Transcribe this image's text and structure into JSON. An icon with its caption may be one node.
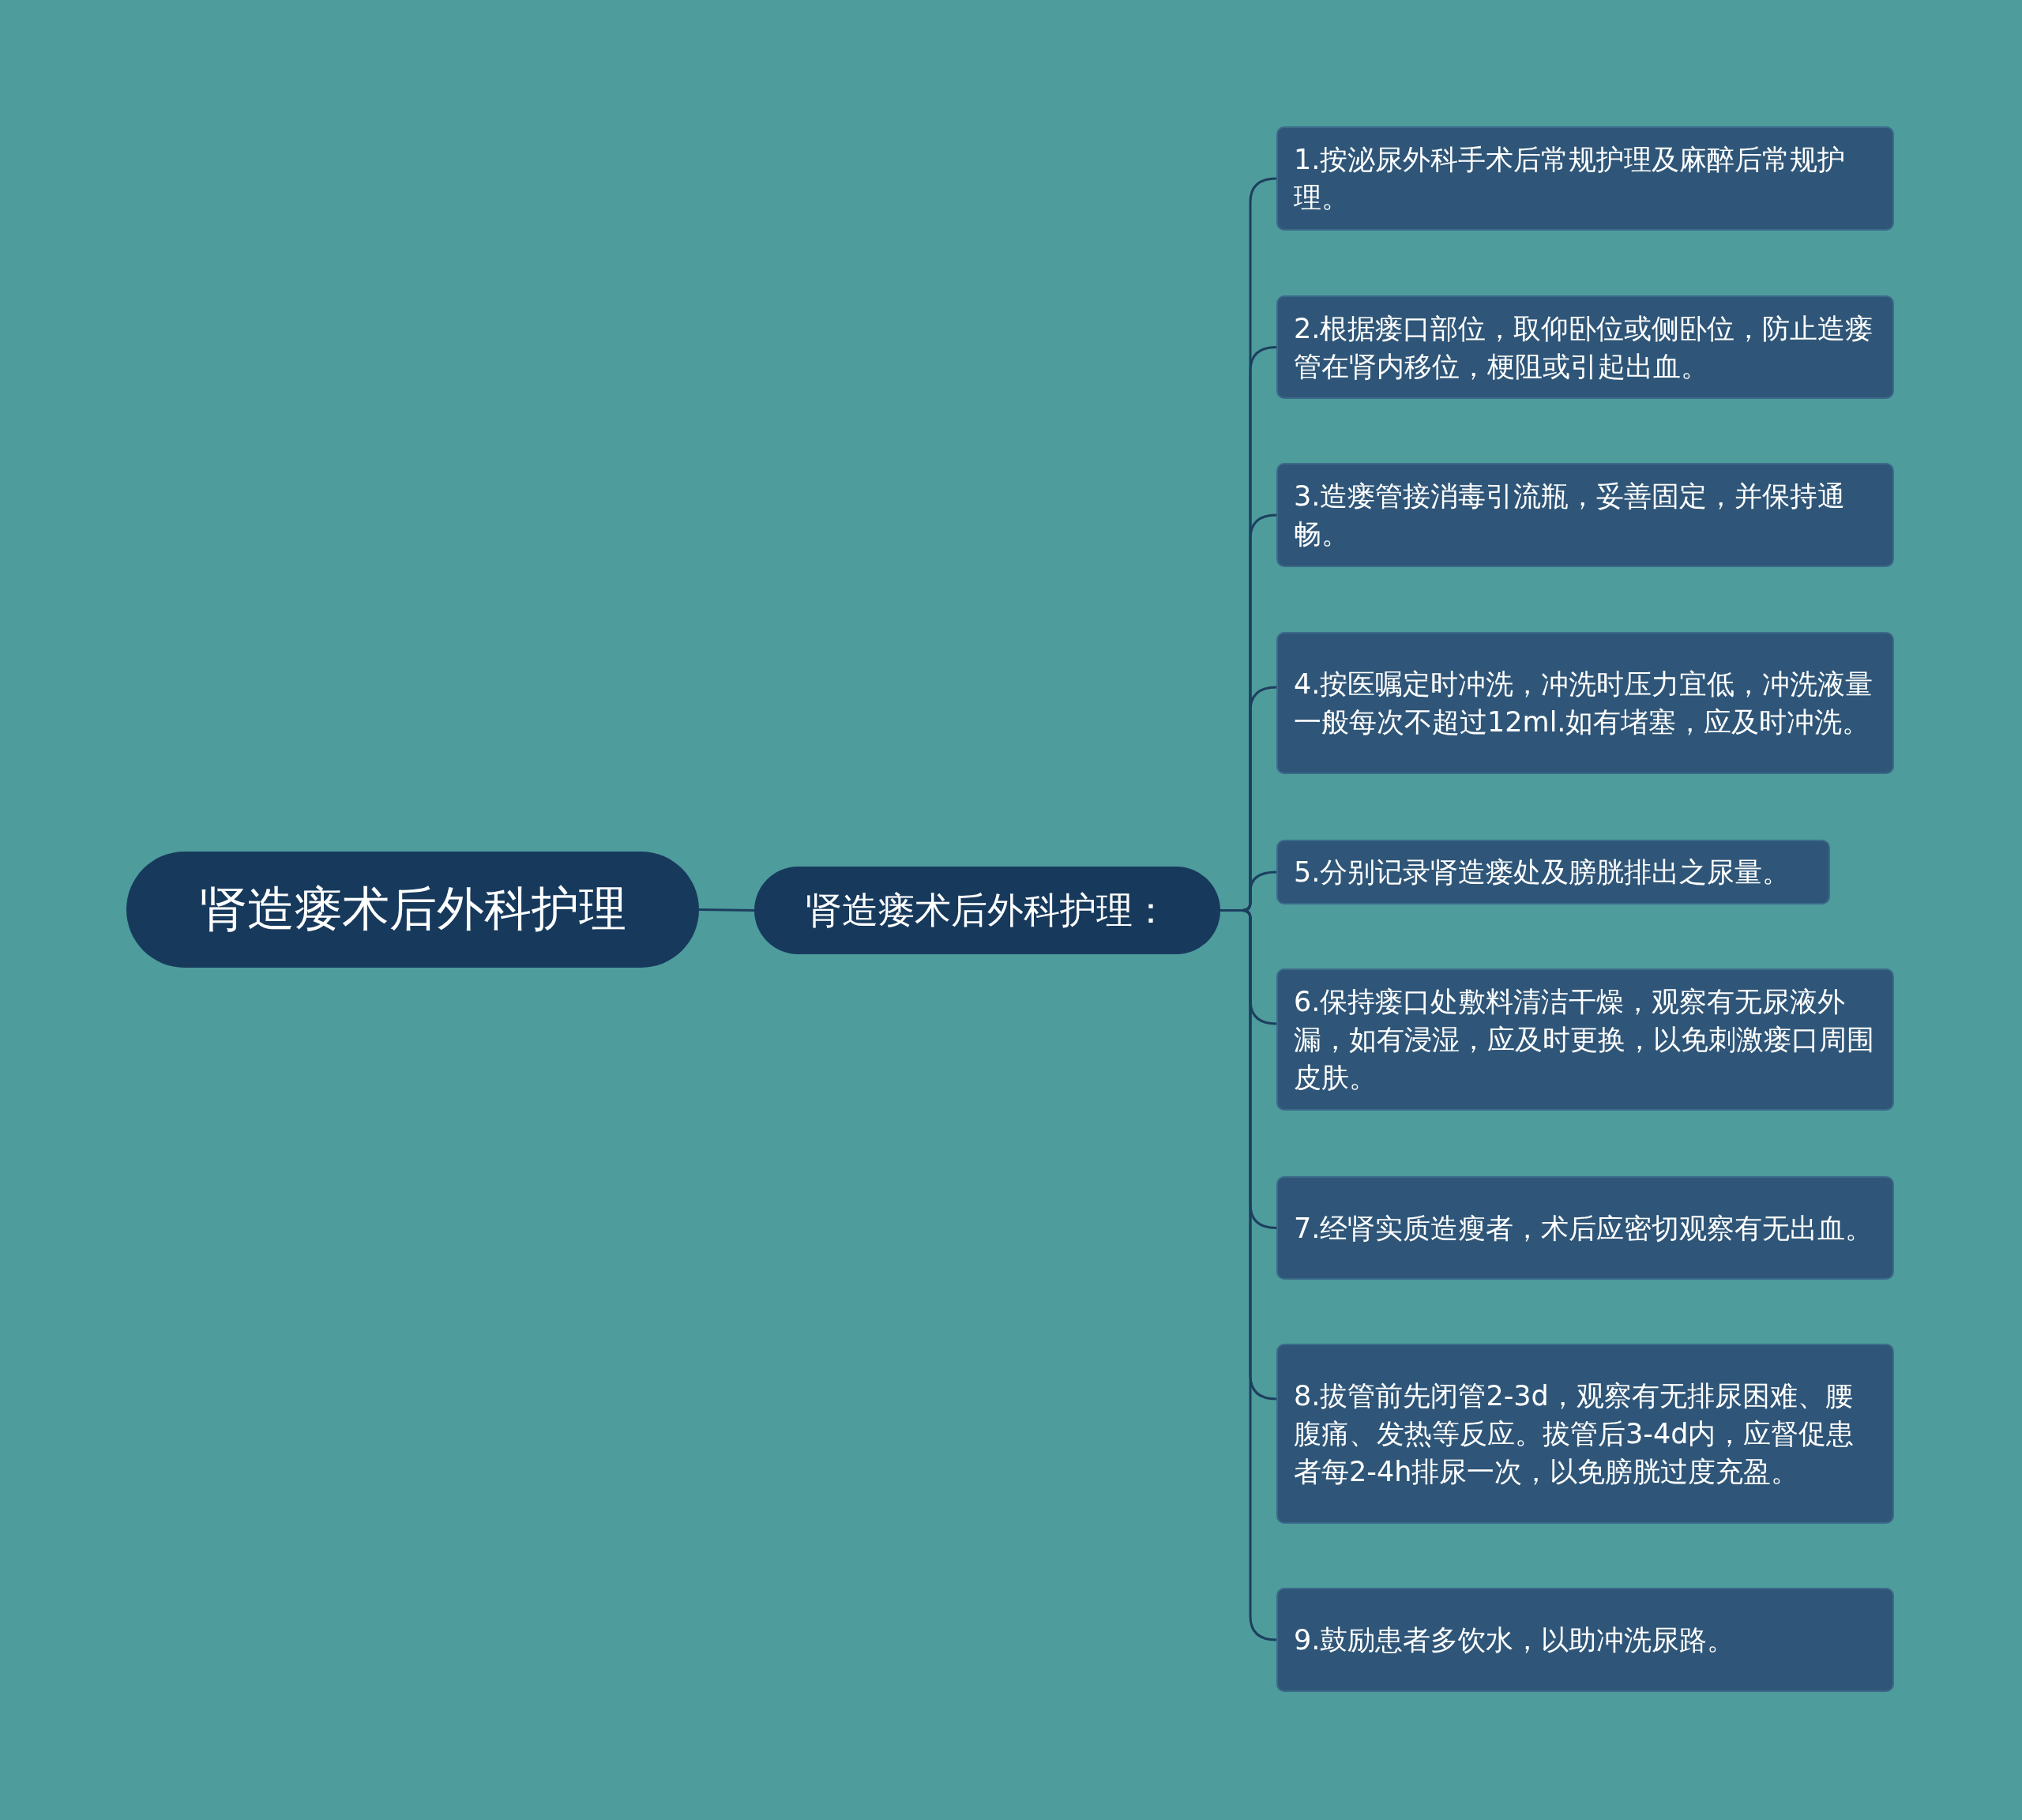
{
  "diagram": {
    "nodes": [
      {
        "text": [
          "肾造瘘术后外科护理"
        ]
      },
      {
        "text": [
          "肾造瘘术后外科护理："
        ]
      },
      {
        "text": [
          "1.按泌尿外科手术后常规护理及麻醉后常规护理。"
        ]
      },
      {
        "text": [
          "2.根据瘘口部位，取仰卧位或侧卧位，防止造瘘管在肾内移位，梗阻或引起出血。"
        ]
      },
      {
        "text": [
          "3.造瘘管接消毒引流瓶，妥善固定，并保持通畅。"
        ]
      },
      {
        "text": [
          "4.按医嘱定时冲洗，冲洗时压力宜低，冲洗液量一般每次不超过12ml.如有堵塞，应及时冲洗。"
        ]
      },
      {
        "text": [
          "5.分别记录肾造瘘处及膀胱排出之尿量。"
        ]
      },
      {
        "text": [
          "6.保持瘘口处敷料清洁干燥，观察有无尿液外漏，如有浸湿，应及时更换，以免刺激瘘口周围皮肤。"
        ]
      },
      {
        "text": [
          "7.经肾实质造瘦者，术后应密切观察有无出血。"
        ]
      },
      {
        "text": [
          "8.拔管前先闭管2-3d，观察有无排尿困难、腰腹痛、发热等反应。拔管后3-4d内，应督促患者每2-4h排尿一次，以免膀胱过度充盈。"
        ]
      },
      {
        "text": [
          "9.鼓励患者多饮水，以助冲洗尿路。"
        ]
      }
    ],
    "edges": [
      {
        "from": 0,
        "to": 1,
        "arrow": "none"
      },
      {
        "from": 1,
        "to": 2,
        "arrow": "none"
      },
      {
        "from": 1,
        "to": 3,
        "arrow": "none"
      },
      {
        "from": 1,
        "to": 4,
        "arrow": "none"
      },
      {
        "from": 1,
        "to": 5,
        "arrow": "none"
      },
      {
        "from": 1,
        "to": 6,
        "arrow": "none"
      },
      {
        "from": 1,
        "to": 7,
        "arrow": "none"
      },
      {
        "from": 1,
        "to": 8,
        "arrow": "none"
      },
      {
        "from": 1,
        "to": 9,
        "arrow": "none"
      },
      {
        "from": 1,
        "to": 10,
        "arrow": "none"
      }
    ]
  }
}
